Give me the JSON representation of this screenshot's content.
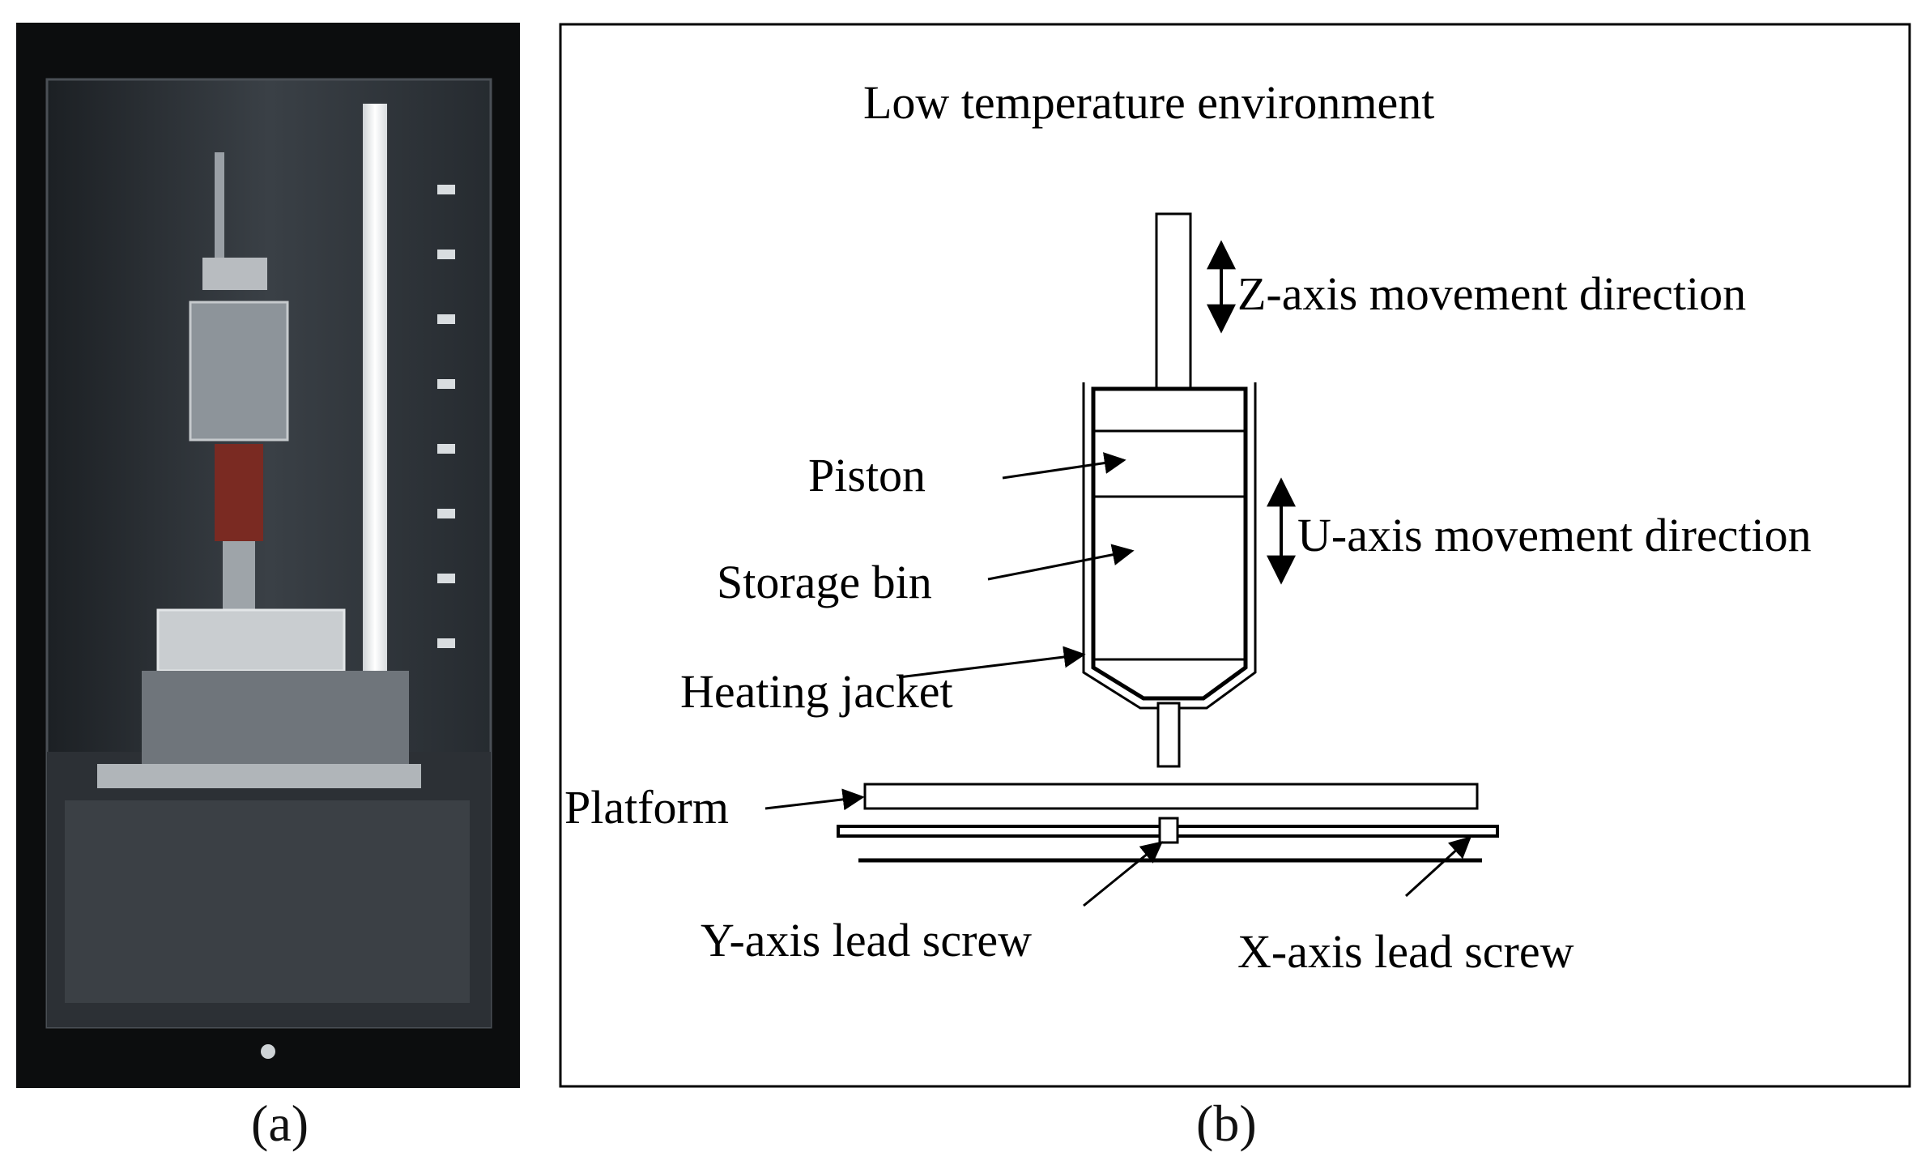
{
  "panel_a": {
    "caption": "(a)",
    "description_icon": "refrigerated-3d-printer-photo"
  },
  "panel_b": {
    "caption": "(b)",
    "environment_label": "Low temperature environment",
    "z_axis_label": "Z-axis movement direction",
    "u_axis_label": "U-axis movement direction",
    "piston_label": "Piston",
    "storage_bin_label": "Storage bin",
    "heating_jacket_label": "Heating jacket",
    "platform_label": "Platform",
    "y_lead_screw_label": "Y-axis lead screw",
    "x_lead_screw_label": "X-axis lead screw"
  }
}
